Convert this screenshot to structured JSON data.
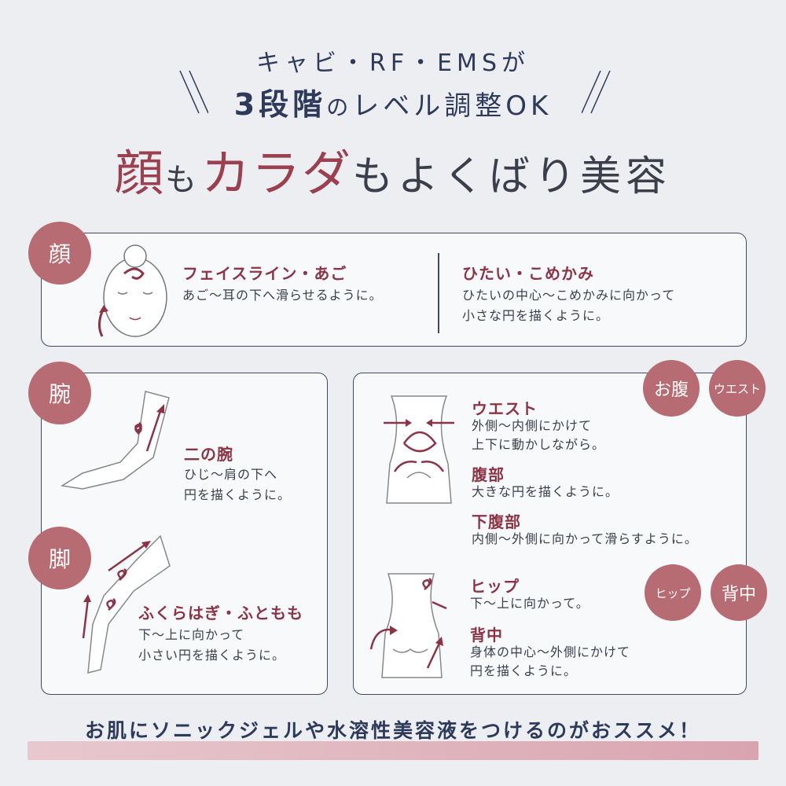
{
  "header": {
    "line1": "キャビ・RF・EMSが",
    "line2_num": "3",
    "line2_kanji": "段階",
    "line2_kana": "の",
    "line2_rest": "レベル調整OK",
    "title_face": "顔",
    "title_mo1": "も",
    "title_body": "カラダ",
    "title_rest": "もよくばり美容"
  },
  "face": {
    "badge": "顔",
    "item1_title": "フェイスライン・あご",
    "item1_text": "あご〜耳の下へ滑らせるように。",
    "item2_title": "ひたい・こめかみ",
    "item2_text1": "ひたいの中心〜こめかみに向かって",
    "item2_text2": "小さな円を描くように。"
  },
  "arm": {
    "badge": "腕",
    "title": "二の腕",
    "text1": "ひじ〜肩の下へ",
    "text2": "円を描くように。"
  },
  "leg": {
    "badge": "脚",
    "title": "ふくらはぎ・ふともも",
    "text1": "下〜上に向かって",
    "text2": "小さい円を描くように。"
  },
  "belly": {
    "badge1": "お腹",
    "badge2": "ウエスト",
    "waist_title": "ウエスト",
    "waist_text1": "外側〜内側にかけて",
    "waist_text2": "上下に動かしながら。",
    "abd_title": "腹部",
    "abd_text": "大きな円を描くように。",
    "lower_title": "下腹部",
    "lower_text": "内側〜外側に向かって滑らすように。"
  },
  "hip": {
    "badge1": "ヒップ",
    "badge2": "背中",
    "hip_title": "ヒップ",
    "hip_text": "下〜上に向かって。",
    "back_title": "背中",
    "back_text1": "身体の中心〜外側にかけて",
    "back_text2": "円を描くように。"
  },
  "footer": {
    "text": "お肌にソニックジェルや水溶性美容液をつけるのがおススメ！"
  },
  "colors": {
    "accent": "#9b4050",
    "badge": "#b76b72",
    "navy": "#2d3a5a"
  }
}
